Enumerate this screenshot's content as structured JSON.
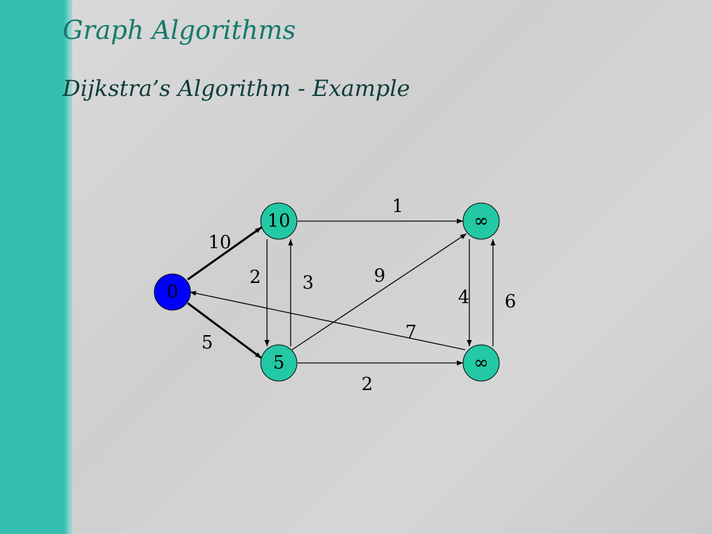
{
  "slide": {
    "title": "Graph Algorithms",
    "subtitle": "Dijkstra’s Algorithm - Example"
  },
  "graph": {
    "nodes": [
      {
        "id": "s",
        "label": "0",
        "fill": "#0000ff"
      },
      {
        "id": "u",
        "label": "10",
        "fill": "#22c9a4"
      },
      {
        "id": "v",
        "label": "∞",
        "fill": "#22c9a4"
      },
      {
        "id": "x",
        "label": "5",
        "fill": "#22c9a4"
      },
      {
        "id": "y",
        "label": "∞",
        "fill": "#22c9a4"
      }
    ],
    "edges": [
      {
        "from": "s",
        "to": "u",
        "weight": "10",
        "emphasized": true
      },
      {
        "from": "s",
        "to": "x",
        "weight": "5",
        "emphasized": true
      },
      {
        "from": "u",
        "to": "v",
        "weight": "1",
        "emphasized": false
      },
      {
        "from": "u",
        "to": "x",
        "weight": "2",
        "emphasized": false
      },
      {
        "from": "x",
        "to": "u",
        "weight": "3",
        "emphasized": false
      },
      {
        "from": "x",
        "to": "v",
        "weight": "9",
        "emphasized": false
      },
      {
        "from": "x",
        "to": "y",
        "weight": "2",
        "emphasized": false
      },
      {
        "from": "v",
        "to": "y",
        "weight": "4",
        "emphasized": false
      },
      {
        "from": "y",
        "to": "v",
        "weight": "6",
        "emphasized": false
      },
      {
        "from": "y",
        "to": "s",
        "weight": "7",
        "emphasized": false
      }
    ]
  }
}
